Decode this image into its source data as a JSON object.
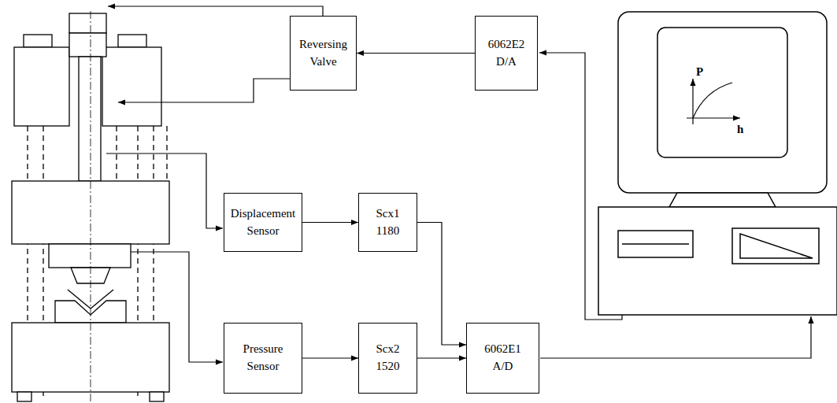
{
  "diagram": {
    "nodes": [
      {
        "text": [
          "Reversing Valve"
        ]
      },
      {
        "text": [
          "6062E2",
          "D/A"
        ]
      },
      {
        "text": [
          "Displacement Sensor"
        ]
      },
      {
        "text": [
          "Scx1",
          "1180"
        ]
      },
      {
        "text": [
          "Pressure Sensor"
        ]
      },
      {
        "text": [
          "Scx2",
          "1520"
        ]
      },
      {
        "text": [
          "6062E1",
          "A/D"
        ]
      }
    ],
    "edges": [
      {
        "from": 1,
        "to": 0,
        "arrow": "to"
      },
      {
        "from": 2,
        "to": 3,
        "arrow": "to"
      },
      {
        "from": 3,
        "to": 6,
        "arrow": "to"
      },
      {
        "from": 4,
        "to": 5,
        "arrow": "to"
      },
      {
        "from": 5,
        "to": 6,
        "arrow": "to"
      }
    ],
    "labels": [
      "P",
      "h"
    ]
  }
}
